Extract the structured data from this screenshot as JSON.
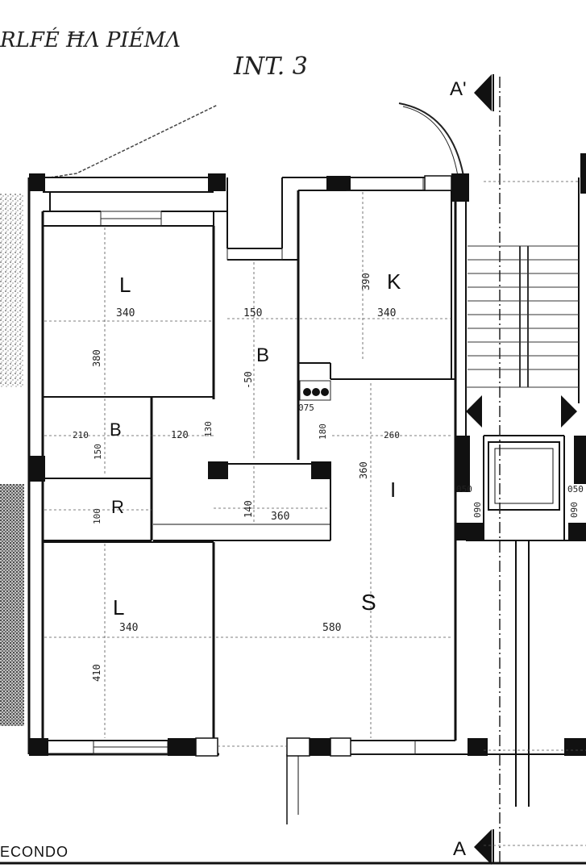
{
  "handwritten": {
    "line1": "RLFÉ ĦΛ   PIÉMΛ",
    "line2": "INT. 3"
  },
  "floor_label": "ECONDO",
  "section_marks": {
    "top": "A'",
    "bottom": "A"
  },
  "rooms": {
    "living_top": "L",
    "bath_center": "B",
    "kitchen": "K",
    "bath_small": "B",
    "closet": "R",
    "living_bottom": "L",
    "hall": "I",
    "salon": "S"
  },
  "dimensions": {
    "living_top_w": "340",
    "living_top_h": "380",
    "bath_center_w": "150",
    "bath_center_h": "-50",
    "kitchen_w": "340",
    "kitchen_h": "390",
    "kitchen_door": "075",
    "hall_w_top": "260",
    "bath_small_w": "210",
    "bath_small_h": "150",
    "corr_w": "120",
    "corr_h": "130",
    "closet_h": "100",
    "corr2_h": "140",
    "corr2_w": "360",
    "hall_door": "180",
    "hall_h": "360",
    "living_bottom_w": "340",
    "living_bottom_h": "410",
    "salon_w": "580",
    "lift_a1": "050",
    "lift_a2": "090",
    "lift_b1": "050",
    "lift_b2": "090"
  }
}
